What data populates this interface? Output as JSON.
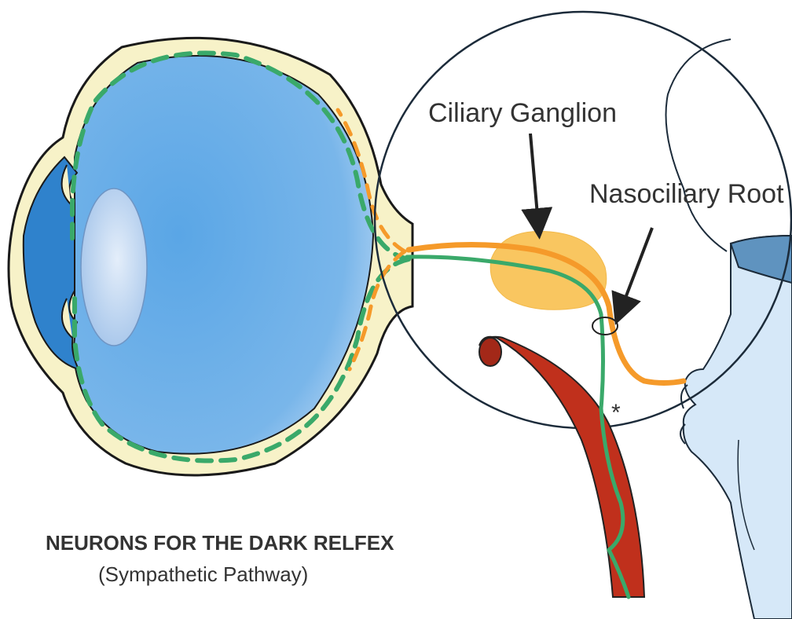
{
  "labels": {
    "ciliary_ganglion": "Ciliary Ganglion",
    "nasociliary_root": "Nasociliary Root",
    "asterisk": "*"
  },
  "caption": {
    "title": "NEURONS FOR THE DARK RELFEX",
    "subtitle": "(Sympathetic Pathway)"
  },
  "colors": {
    "eye_outer": "#f7f2c8",
    "eye_globe": "#3d90d6",
    "lens": "#c8daf2",
    "sympathetic_fiber": "#3aa96a",
    "parasympathetic_fiber": "#f59a2a",
    "ganglion": "#f9c660",
    "artery": "#c0301c",
    "cavernous_structure": "#d6e8f8",
    "magnifier_ring": "#1c2b3a"
  },
  "icons": {
    "arrow": "arrow-icon"
  }
}
